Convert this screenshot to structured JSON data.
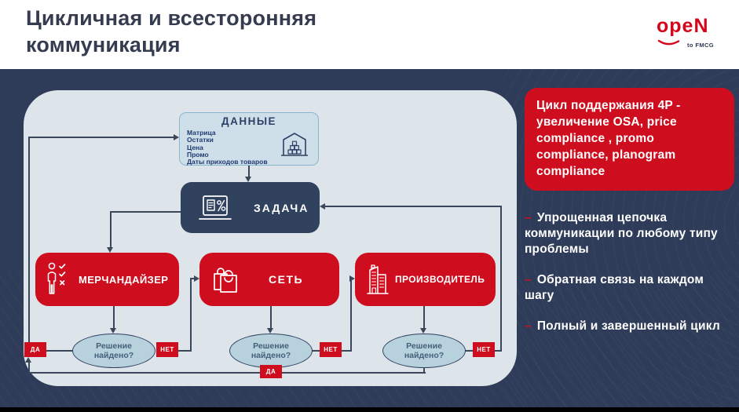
{
  "colors": {
    "accent_red": "#ce0e1e",
    "navy_background": "#2e3c59",
    "panel_background": "#dde4ea",
    "task_box_background": "#31425f",
    "data_box_background": "#cfdfe9",
    "ellipse_background": "#b7d2dd",
    "connector_line": "#3a4659"
  },
  "header": {
    "title": "Цикличная и всесторонняя коммуникация",
    "logo_brand": "opeN",
    "logo_tagline": "to FMCG"
  },
  "flowchart": {
    "data_box": {
      "title": "ДАННЫЕ",
      "items": [
        "Матрица",
        "Остатки",
        "Цена",
        "Промо",
        "Даты приходов товаров"
      ]
    },
    "task_label": "ЗАДАЧА",
    "actors": [
      {
        "label": "МЕРЧАНДАЙЗЕР",
        "icon": "person-checklist-icon"
      },
      {
        "label": "СЕТЬ",
        "icon": "shopping-bags-icon"
      },
      {
        "label": "ПРОИЗВОДИТЕЛЬ",
        "icon": "factory-icon"
      }
    ],
    "decision_label": "Решение найдено?",
    "yes_label": "ДА",
    "no_label": "НЕТ"
  },
  "sidebar": {
    "highlight_text": "Цикл поддержания 4P - увеличение OSA, price compliance , promo compliance, planogram compliance",
    "bullet_dash": "–",
    "bullets": [
      "Упрощенная цепочка коммуникации по любому типу проблемы",
      "Обратная связь на каждом шагу",
      "Полный и завершенный цикл"
    ]
  }
}
